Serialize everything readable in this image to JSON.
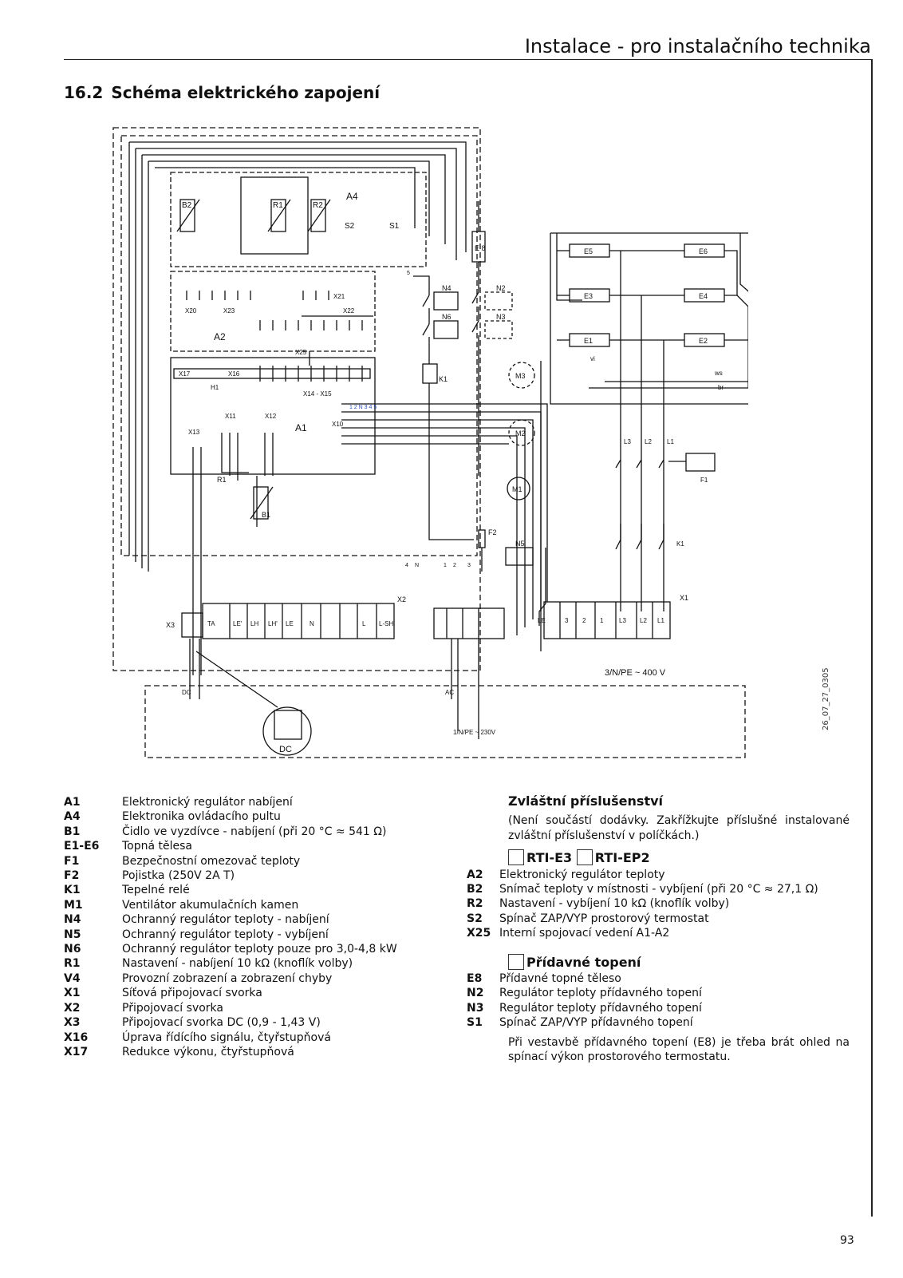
{
  "header": {
    "title": "Instalace - pro instalačního technika"
  },
  "section": {
    "number": "16.2",
    "title": "Schéma elektrického zapojení"
  },
  "diagram": {
    "code": "26_07_27_0305",
    "labels": {
      "a4": "A4",
      "a2": "A2",
      "a1": "A1",
      "b2": "B2",
      "r1": "R1",
      "r2": "R2",
      "s1": "S1",
      "s2": "S2",
      "x20": "X20",
      "x23": "X23",
      "x21": "X21",
      "x22": "X22",
      "x25": "X25",
      "x17": "X17",
      "x16": "X16",
      "h1": "H1",
      "x1415": "X14 - X15",
      "x10": "X10",
      "x11": "X11",
      "x12": "X12",
      "x13": "X13",
      "x3": "X3",
      "r1b": "R1",
      "b1": "B1",
      "e8": "E 8",
      "n4": "N4",
      "n6": "N6",
      "n2": "N2",
      "n3": "N3",
      "k1": "K1",
      "m3": "M3",
      "m2": "M2",
      "m1": "M1",
      "f2": "F2",
      "n5": "N5",
      "e5": "E5",
      "e6": "E6",
      "e3": "E3",
      "e4": "E4",
      "e1": "E1",
      "e2": "E2",
      "vi": "vi",
      "ws": "ws",
      "br": "br",
      "l3": "L3",
      "l2": "L2",
      "l1": "L1",
      "f1": "F1",
      "k1b": "K1",
      "x1": "X1",
      "x2": "X2",
      "dc": "DC",
      "ac": "AC",
      "v400": "3/N/PE ~ 400 V",
      "v230": "1/N/PE ~ 230V",
      "dcbox": "DC",
      "t_ta": "TA",
      "t_le1": "LE'",
      "t_lh": "LH",
      "t_lh1": "LH'",
      "t_le": "LE",
      "t_n": "N",
      "t_l": "L",
      "t_lsh": "L-SH",
      "t_le2": "LE",
      "t_3": "3",
      "t_2": "2",
      "t_1": "1",
      "t_l3": "L3",
      "t_l2": "L2",
      "t_l1": "L1",
      "w5": "5",
      "w4": "4",
      "wn": "N",
      "w1": "1",
      "w2": "2",
      "w3": "3",
      "x10pins": "1 2 N 3 4 5"
    }
  },
  "legend": [
    {
      "k": "A1",
      "v": "Elektronický regulátor nabíjení"
    },
    {
      "k": "A4",
      "v": "Elektronika ovládacího pultu"
    },
    {
      "k": "B1",
      "v": "Čidlo ve vyzdívce - nabíjení (při 20 °C ≈ 541 Ω)"
    },
    {
      "k": "E1-E6",
      "v": "Topná tělesa"
    },
    {
      "k": "F1",
      "v": "Bezpečnostní omezovač teploty"
    },
    {
      "k": "F2",
      "v": "Pojistka (250V 2A T)"
    },
    {
      "k": "K1",
      "v": "Tepelné relé"
    },
    {
      "k": "M1",
      "v": "Ventilátor akumulačních kamen"
    },
    {
      "k": "N4",
      "v": "Ochranný regulátor teploty - nabíjení"
    },
    {
      "k": "N5",
      "v": "Ochranný regulátor teploty - vybíjení"
    },
    {
      "k": "N6",
      "v": "Ochranný regulátor teploty pouze pro 3,0-4,8 kW"
    },
    {
      "k": "R1",
      "v": "Nastavení - nabíjení 10 kΩ (knoflík volby)"
    },
    {
      "k": "V4",
      "v": "Provozní zobrazení a zobrazení chyby"
    },
    {
      "k": "X1",
      "v": "Síťová připojovací svorka"
    },
    {
      "k": "X2",
      "v": "Připojovací svorka"
    },
    {
      "k": "X3",
      "v": "Připojovací svorka DC (0,9 - 1,43 V)"
    },
    {
      "k": "X16",
      "v": "Úprava řídícího signálu, čtyřstupňová"
    },
    {
      "k": "X17",
      "v": "Redukce výkonu, čtyřstupňová"
    }
  ],
  "accessories": {
    "title": "Zvláštní příslušenství",
    "note": "(Není součástí dodávky. Zakřížkujte příslušné instalované zvláštní příslušenství v políčkách.)",
    "opt1": "RTI-E3",
    "opt2": "RTI-EP2",
    "items1": [
      {
        "k": "A2",
        "v": "Elektronický regulátor teploty"
      },
      {
        "k": "B2",
        "v": "Snímač teploty v místnosti - vybíjení (při 20 °C ≈ 27,1 Ω)"
      },
      {
        "k": "R2",
        "v": "Nastavení - vybíjení 10 kΩ (knoflík volby)"
      },
      {
        "k": "S2",
        "v": "Spínač ZAP/VYP prostorový termostat"
      },
      {
        "k": "X25",
        "v": "Interní spojovací vedení A1-A2"
      }
    ],
    "opt3": "Přídavné topení",
    "items2": [
      {
        "k": "E8",
        "v": "Přídavné topné těleso"
      },
      {
        "k": "N2",
        "v": "Regulátor teploty přídavného topení"
      },
      {
        "k": "N3",
        "v": "Regulátor teploty přídavného topení"
      },
      {
        "k": "S1",
        "v": "Spínač ZAP/VYP přídavného topení"
      }
    ],
    "footnote": "Při vestavbě přídavného topení (E8) je třeba brát ohled na spínací výkon prostorového termostatu."
  },
  "page": {
    "number": "93"
  }
}
